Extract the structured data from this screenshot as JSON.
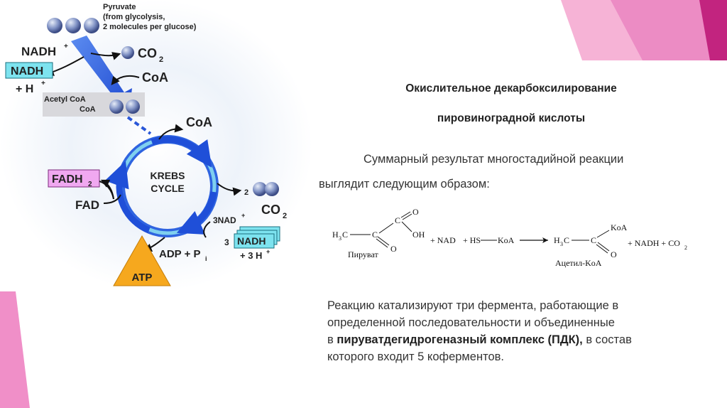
{
  "decor": {
    "pink_light": "#f5a3cf",
    "pink_mid": "#e774b8",
    "pink_dark": "#c2247f"
  },
  "diagram": {
    "pyruvate_label": [
      "Pyruvate",
      "(from glycolysis,",
      "2 molecules per glucose)"
    ],
    "nadh_plus": "NADH",
    "plus_sup": "+",
    "co2_label": "CO",
    "co2_sub": "2",
    "nadh_box": "NADH",
    "h_plus": "+ H",
    "coa_in": "CoA",
    "acetyl_coa_label": [
      "Acetyl CoA",
      "CoA"
    ],
    "coa_out": "CoA",
    "krebs_label": [
      "KREBS",
      "CYCLE"
    ],
    "fadh2_box": "FADH",
    "fadh2_sub": "2",
    "fad_label": "FAD",
    "co2_count": "2",
    "nad_label": "3NAD",
    "nadh3_count": "3",
    "nadh3_box": "NADH",
    "h3_label": "+ 3 H",
    "adp_label": "ADP + P",
    "adp_sub": "i",
    "atp_label": "ATP"
  },
  "title": {
    "line1": "Окислительное декарбоксилирование",
    "line2": "пировиноградной кислоты"
  },
  "summary": {
    "line1": "Суммарный результат многостадийной реакции",
    "line2": "выглядит следующим образом:"
  },
  "equation": {
    "h3c_left": "H",
    "sub3": "3",
    "c_letter": "C",
    "o_letter": "O",
    "oh": "OH",
    "pyruvate_name": "Пируват",
    "plus_nad": "+ NAD",
    "plus_hs": "+ HS",
    "koa": "KoA",
    "koa_top": "KoA",
    "plus_nadh": "+ NADH + CO",
    "co2_sub": "2",
    "acetyl_koa_name": "Ацетил-KoA"
  },
  "paragraph": {
    "line1": "Реакцию катализируют три фермента, работающие в",
    "line2": "определенной последовательности и объединенные",
    "line3_prefix": "в ",
    "line3_bold": "пируватдегидрогеназный комплекс (ПДК),",
    "line3_suffix": " в состав",
    "line4": "которого входит 5 коферментов."
  }
}
